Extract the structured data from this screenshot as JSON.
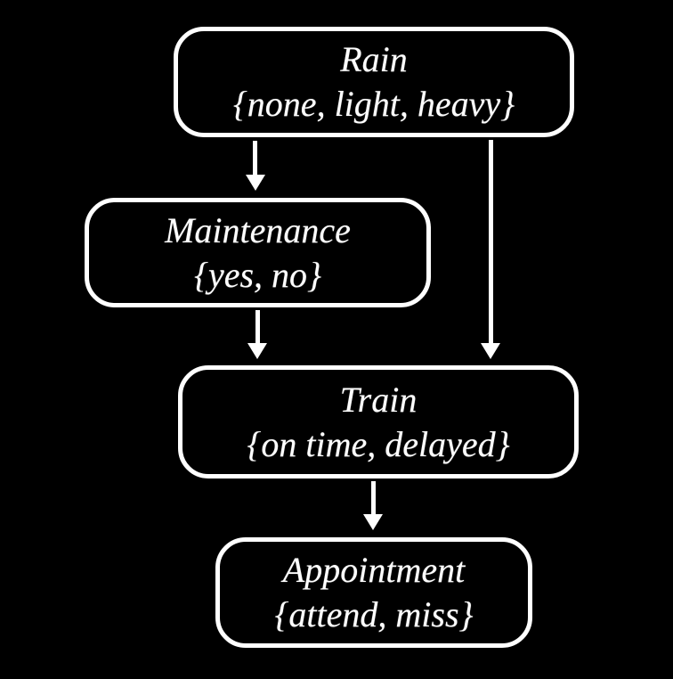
{
  "diagram": {
    "type": "bayesian-network",
    "background_color": "#000000",
    "node_border_color": "#ffffff",
    "text_color": "#ffffff",
    "nodes": [
      {
        "id": "rain",
        "label": "Rain",
        "values": "{none, light, heavy}"
      },
      {
        "id": "maintenance",
        "label": "Maintenance",
        "values": "{yes, no}"
      },
      {
        "id": "train",
        "label": "Train",
        "values": "{on time, delayed}"
      },
      {
        "id": "appointment",
        "label": "Appointment",
        "values": "{attend, miss}"
      }
    ],
    "edges": [
      {
        "from": "rain",
        "to": "maintenance"
      },
      {
        "from": "rain",
        "to": "train"
      },
      {
        "from": "maintenance",
        "to": "train"
      },
      {
        "from": "train",
        "to": "appointment"
      }
    ]
  }
}
